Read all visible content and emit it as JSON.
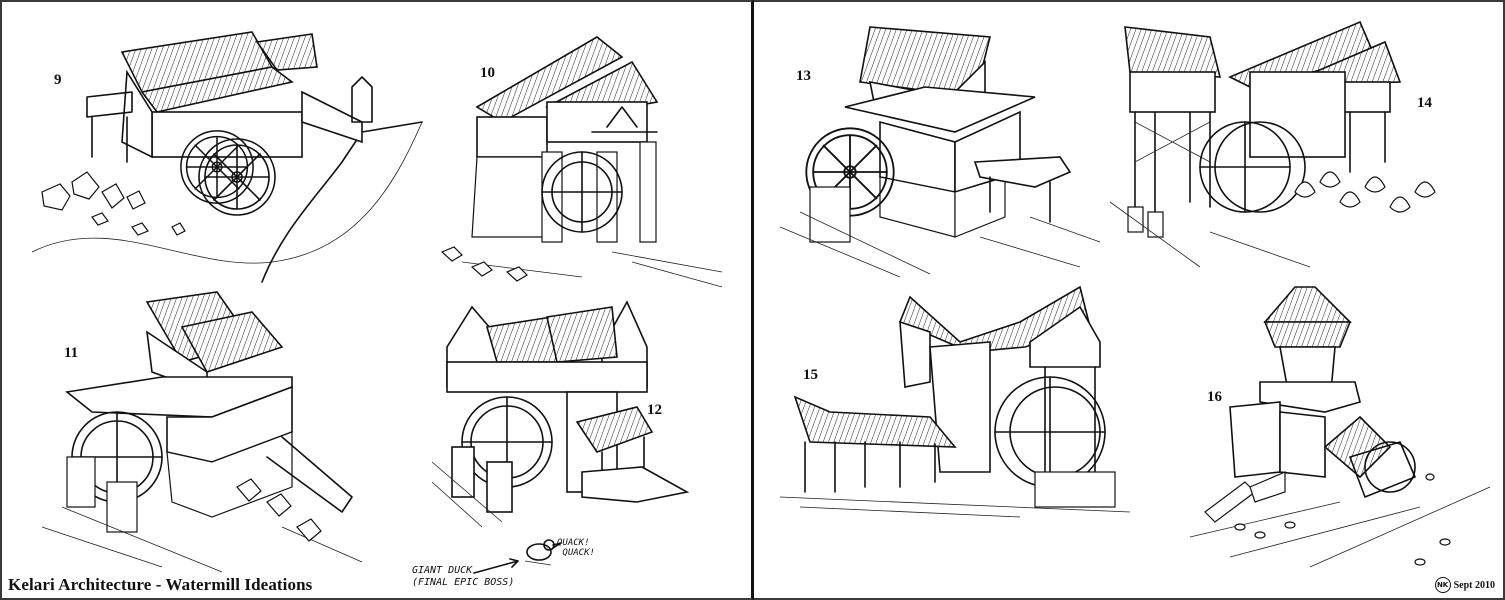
{
  "sheet_title": "Kelari Architecture - Watermill Ideations",
  "signature": {
    "monogram": "NK",
    "date": "Sept 2010"
  },
  "annotation": {
    "callout": "GIANT DUCK\n(FINAL EPIC BOSS)",
    "duck_sound": "QUACK!\n QUACK!"
  },
  "colors": {
    "ink": "#111111",
    "paper": "#ffffff",
    "border": "#3a3a3a"
  },
  "panels": [
    {
      "number": "9",
      "subject": "watermill with walkway, large wheel beside rocky bank"
    },
    {
      "number": "10",
      "subject": "tall mill on stone piers with ornate gable roof"
    },
    {
      "number": "11",
      "subject": "mill on stone base with terrace deck and ramp"
    },
    {
      "number": "12",
      "subject": "double-gabled mill with porch and landing"
    },
    {
      "number": "13",
      "subject": "square mill with deck and side pier"
    },
    {
      "number": "14",
      "subject": "stilted twin-house mill over stream"
    },
    {
      "number": "15",
      "subject": "V-roof mill with open long shelter"
    },
    {
      "number": "16",
      "subject": "octagonal tower mill with side wheel"
    }
  ]
}
